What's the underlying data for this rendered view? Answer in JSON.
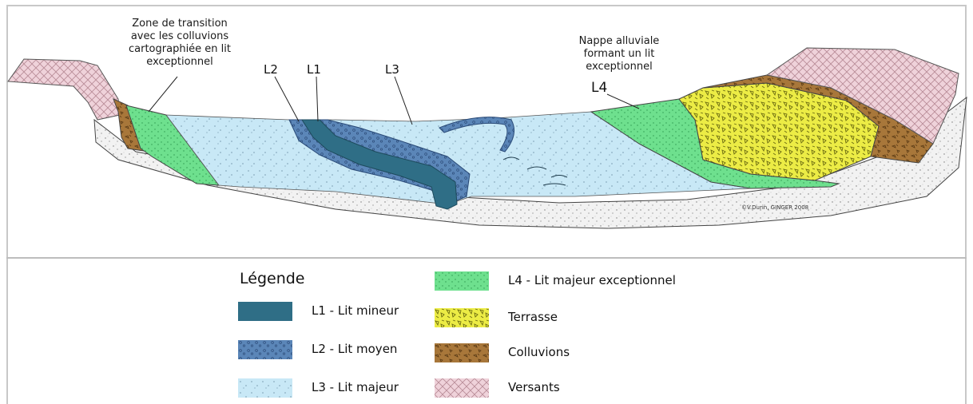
{
  "annotations": {
    "transition": [
      "Zone de transition",
      "avec les colluvions",
      "cartographiée en lit",
      "exceptionnel"
    ],
    "nappe": [
      "Nappe alluviale",
      "formant un lit",
      "exceptionnel"
    ],
    "L1": "L1",
    "L2": "L2",
    "L3": "L3",
    "L4": "L4",
    "copyright": "©V.Durin, GINGER    2008"
  },
  "legend": {
    "title": "Légende",
    "items": [
      {
        "label": "L1 - Lit mineur",
        "pattern": "lit-mineur",
        "color": "#2f6e86"
      },
      {
        "label": "L2 - Lit moyen",
        "pattern": "lit-moyen",
        "color": "#5b86b8"
      },
      {
        "label": "L3 - Lit majeur",
        "pattern": "lit-majeur",
        "color": "#c8e8f6"
      },
      {
        "label": "L4 - Lit majeur exceptionnel",
        "pattern": "lit-exceptionnel",
        "color": "#66dd88"
      },
      {
        "label": "Terrasse",
        "pattern": "terrasse",
        "color": "#e8ea3c"
      },
      {
        "label": "Colluvions",
        "pattern": "colluvions",
        "color": "#a8773a"
      },
      {
        "label": "Versants",
        "pattern": "versants",
        "color": "#e9c6cf"
      }
    ]
  }
}
